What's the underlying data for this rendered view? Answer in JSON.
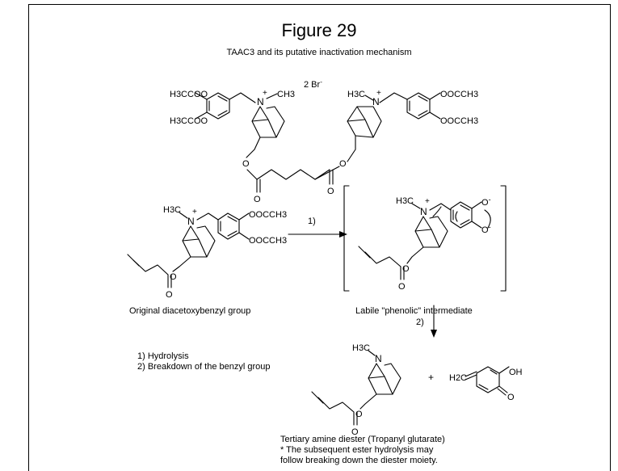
{
  "title": "Figure 29",
  "subtitle": "TAAC3 and its putative inactivation mechanism",
  "colors": {
    "line": "#000000",
    "background": "#ffffff"
  },
  "top_structure": {
    "counterion_coef": "2 Br",
    "counterion_charge": "-",
    "left_sub_1": "H3CCOO",
    "left_sub_2": "H3CCOO",
    "right_sub_1": "OOCCH3",
    "right_sub_2": "OOCCH3",
    "n_methyl_left": "CH3",
    "n_methyl_right": "H3C",
    "nitrogen": "N",
    "charge": "+",
    "oxygen": "O"
  },
  "mechanism": {
    "step1_label": "1)",
    "step2_label": "2)",
    "original_caption": "Original diacetoxybenzyl group",
    "intermediate_caption": "Labile \"phenolic\" intermediate",
    "original_methyl": "H3C",
    "original_sub_1": "OOCCH3",
    "original_sub_2": "OOCCH3",
    "intermediate_methyl": "H3C",
    "phenolate_1": "O",
    "phenolate_2": "O",
    "phenolate_charge": "-"
  },
  "legend": {
    "item1": "1) Hydrolysis",
    "item2": "2) Breakdown of the benzyl group"
  },
  "products": {
    "amine_methyl": "H3C",
    "plus": "+",
    "quinone_methylene": "H2C",
    "quinone_oh": "OH",
    "quinone_o": "O",
    "caption_1": "Tertiary amine diester (Tropanyl glutarate)",
    "caption_2": "* The subsequent ester hydrolysis may",
    "caption_3": "follow breaking down the diester moiety."
  }
}
